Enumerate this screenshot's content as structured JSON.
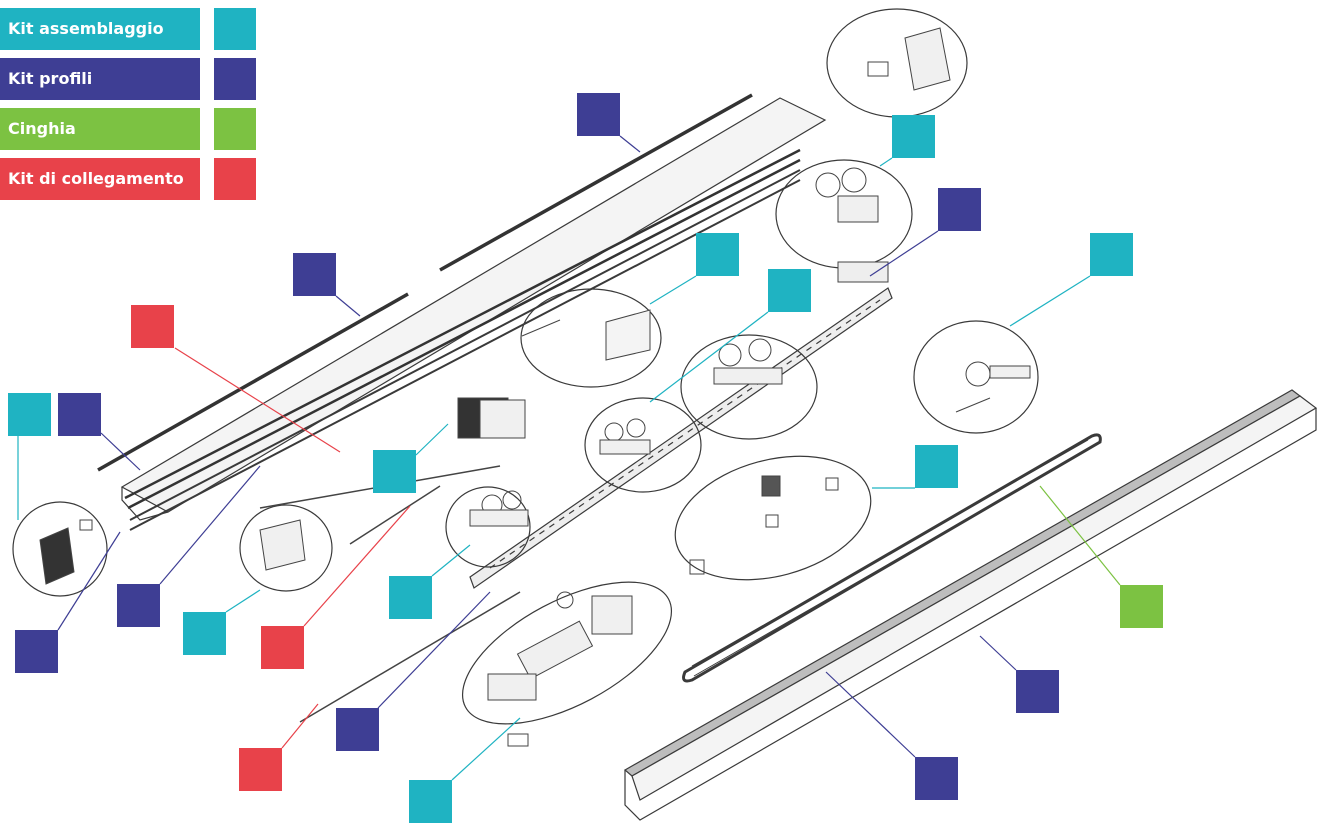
{
  "legend": {
    "items": [
      {
        "key": "assembly",
        "label": "Kit assemblaggio",
        "color": "#1fb3c2"
      },
      {
        "key": "profiles",
        "label": "Kit profili",
        "color": "#3e3e94"
      },
      {
        "key": "belt",
        "label": "Cinghia",
        "color": "#7cc242"
      },
      {
        "key": "connection",
        "label": "Kit di collegamento",
        "color": "#e8424a"
      }
    ]
  },
  "colors": {
    "line_drawing": "#3a3a3a",
    "profile_fill": "#f2f2f2",
    "background": "#ffffff"
  }
}
